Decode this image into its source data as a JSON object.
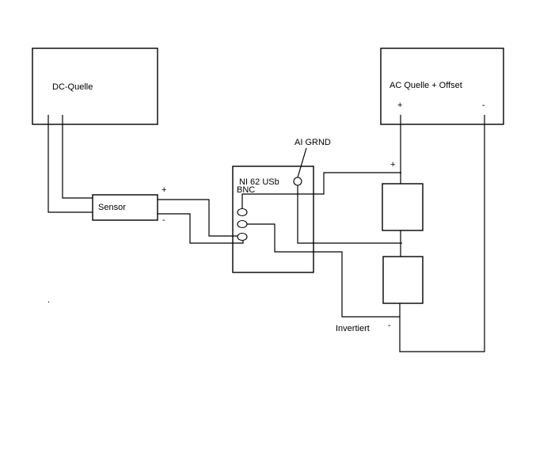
{
  "diagram": {
    "colors": {
      "line": "#000000",
      "background": "#ffffff"
    },
    "components": {
      "dc_source": {
        "label": "DC-Quelle"
      },
      "ac_source": {
        "label": "AC Quelle + Offset",
        "plus": "+",
        "minus": "-"
      },
      "sensor": {
        "label": "Sensor",
        "plus": "+",
        "minus": "-"
      },
      "daq": {
        "label_line1": "NI 62 USb",
        "label_line2": "BNC",
        "ground_label": "AI GRND"
      },
      "load_upper": {
        "label": ""
      },
      "load_lower": {
        "label": ""
      }
    },
    "annotations": {
      "load_plus": "+",
      "load_minus": "-",
      "inverted": "Invertiert",
      "stray_dot": "."
    }
  }
}
